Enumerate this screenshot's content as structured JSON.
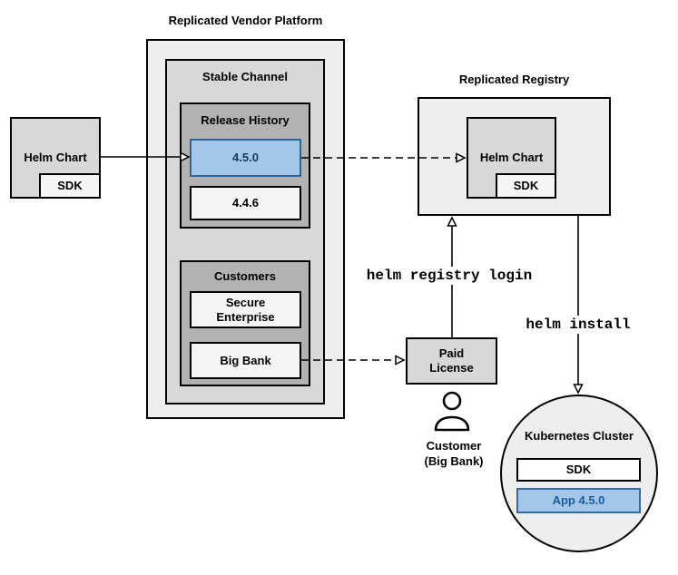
{
  "platform": {
    "title": "Replicated Vendor Platform",
    "stable_channel": {
      "label": "Stable Channel",
      "release_history": {
        "label": "Release History",
        "releases": [
          {
            "version": "4.5.0",
            "highlighted": true
          },
          {
            "version": "4.4.6",
            "highlighted": false
          }
        ]
      },
      "customers": {
        "label": "Customers",
        "items": [
          {
            "name": "Secure\nEnterprise"
          },
          {
            "name": "Big Bank"
          }
        ]
      }
    }
  },
  "source_helm_chart": {
    "label": "Helm Chart",
    "sdk": "SDK"
  },
  "registry": {
    "title": "Replicated Registry",
    "helm_chart": {
      "label": "Helm Chart",
      "sdk": "SDK"
    }
  },
  "paid_license": {
    "label": "Paid\nLicense"
  },
  "customer": {
    "label": "Customer\n(Big Bank)",
    "icon": "person-icon"
  },
  "kubernetes_cluster": {
    "title": "Kubernetes Cluster",
    "sdk": "SDK",
    "app": "App 4.5.0"
  },
  "edges": [
    {
      "from": "source-helm-chart",
      "to": "release-4.5.0",
      "style": "solid",
      "label": ""
    },
    {
      "from": "release-4.5.0",
      "to": "registry-helm-chart",
      "style": "dashed",
      "label": ""
    },
    {
      "from": "big-bank",
      "to": "paid-license",
      "style": "dashed",
      "label": ""
    },
    {
      "from": "paid-license",
      "to": "registry",
      "style": "solid",
      "label": "helm registry login"
    },
    {
      "from": "registry",
      "to": "kubernetes-cluster",
      "style": "solid",
      "label": "helm install"
    }
  ],
  "colors": {
    "container_fill": "#eeeeee",
    "channel_fill": "#d8d8d8",
    "group_fill": "#b2b2b2",
    "item_fill": "#f5f5f5",
    "white_fill": "#ffffff",
    "highlight_fill": "#a4c6e8",
    "highlight_border": "#2c64a0",
    "highlight_text": "#17375e",
    "app_border": "#2d6ca8",
    "app_text": "#1c5c9e",
    "line": "#000000"
  }
}
